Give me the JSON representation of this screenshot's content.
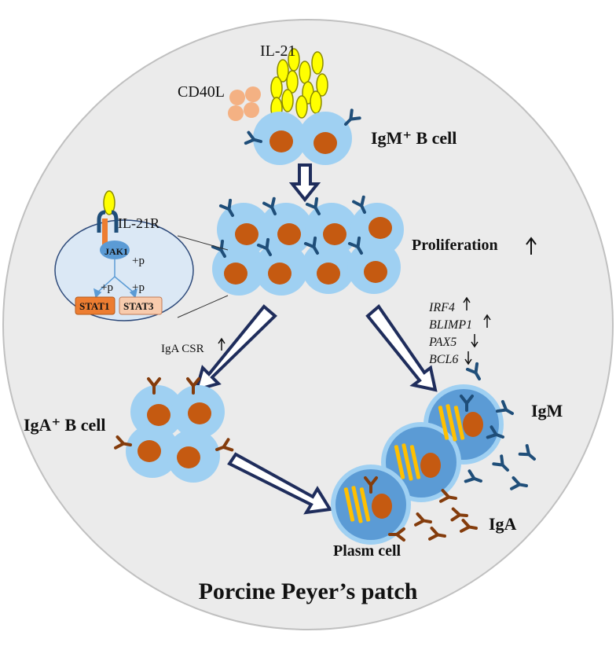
{
  "diagram": {
    "title": "Porcine Peyer’s patch",
    "cytokines": {
      "il21": "IL-21",
      "cd40l": "CD40L"
    },
    "cells": {
      "igm_b": "IgM⁺ B cell",
      "iga_b": "IgA⁺ B cell",
      "plasma": "Plasm cell"
    },
    "process": {
      "proliferation": "Proliferation",
      "iga_csr": "IgA CSR"
    },
    "signaling": {
      "receptor": "IL-21R",
      "jak": "JAK1",
      "p1": "+p",
      "p2": "+p",
      "p3": "+p",
      "stat1": "STAT1",
      "stat3": "STAT3"
    },
    "genes": [
      {
        "name": "IRF4",
        "dir": "up"
      },
      {
        "name": "BLIMP1",
        "dir": "up"
      },
      {
        "name": "PAX5",
        "dir": "down"
      },
      {
        "name": "BCL6",
        "dir": "down"
      }
    ],
    "antibodies": {
      "igm": "IgM",
      "iga": "IgA"
    },
    "colors": {
      "background": "#ebebeb",
      "cell": "#9fd0f2",
      "nucleus": "#c55a11",
      "plasma_cell": "#5b9bd5",
      "igm_antibody": "#1f4e79",
      "iga_antibody": "#843c0c",
      "il21": "#ffff00",
      "cd40l": "#f4b183",
      "arrow": "#1f2d5c",
      "stat1": "#ed7d31",
      "stat3": "#f8cbad"
    }
  }
}
